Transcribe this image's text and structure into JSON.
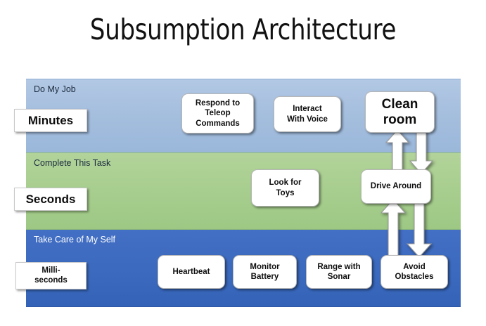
{
  "title": "Subsumption Architecture",
  "colors": {
    "layer_top": "#a3bddd",
    "layer_mid": "#a6cd8d",
    "layer_bottom": "#3a69bd",
    "box_fill": "#ffffff",
    "text": "#0d0d0d"
  },
  "layers": [
    {
      "id": "do-my-job",
      "label": "Do My Job",
      "timescale": "Minutes",
      "boxes": [
        {
          "id": "teleop",
          "label": "Respond to\nTeleop\nCommands"
        },
        {
          "id": "voice",
          "label": "Interact\nWith  Voice"
        },
        {
          "id": "clean",
          "label": "Clean\nroom"
        }
      ]
    },
    {
      "id": "complete-this-task",
      "label": "Complete This Task",
      "timescale": "Seconds",
      "boxes": [
        {
          "id": "toys",
          "label": "Look for\nToys"
        },
        {
          "id": "drive",
          "label": "Drive  Around"
        }
      ]
    },
    {
      "id": "take-care-of-my-self",
      "label": "Take Care of My Self",
      "timescale": "Milli-\nseconds",
      "boxes": [
        {
          "id": "heartbeat",
          "label": "Heartbeat"
        },
        {
          "id": "battery",
          "label": "Monitor\nBattery"
        },
        {
          "id": "sonar",
          "label": "Range with\nSonar"
        },
        {
          "id": "avoid",
          "label": "Avoid\nObstacles"
        }
      ]
    }
  ],
  "boxes": {
    "teleop": "Respond to\nTeleop\nCommands",
    "voice": "Interact\nWith  Voice",
    "clean": "Clean\nroom",
    "toys": "Look for\nToys",
    "drive": "Drive  Around",
    "heartbeat": "Heartbeat",
    "battery": "Monitor\nBattery",
    "sonar": "Range with\nSonar",
    "avoid": "Avoid\nObstacles"
  },
  "timescales": {
    "minutes": "Minutes",
    "seconds": "Seconds",
    "millis": "Milli-\nseconds"
  },
  "layer_labels": {
    "top": "Do My Job",
    "mid": "Complete This Task",
    "bottom": "Take Care of My Self"
  },
  "arrows": [
    {
      "id": "drive-to-clean",
      "direction": "up",
      "from": "Drive Around",
      "to": "Clean room"
    },
    {
      "id": "clean-to-drive",
      "direction": "down",
      "from": "Clean room",
      "to": "Drive Around"
    },
    {
      "id": "avoid-to-drive",
      "direction": "up",
      "from": "Avoid Obstacles",
      "to": "Drive Around"
    },
    {
      "id": "drive-to-avoid",
      "direction": "down",
      "from": "Drive Around",
      "to": "Avoid Obstacles"
    }
  ]
}
